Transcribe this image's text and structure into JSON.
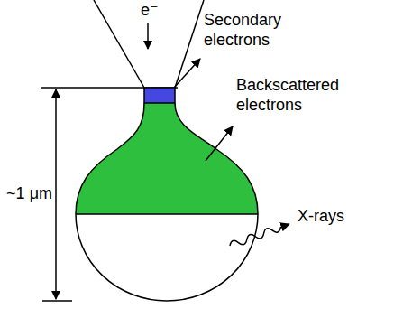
{
  "diagram": {
    "labels": [
      "e⁻",
      "Secondary electrons",
      "Backscattered electrons",
      "X-rays",
      "~1 μm"
    ]
  }
}
